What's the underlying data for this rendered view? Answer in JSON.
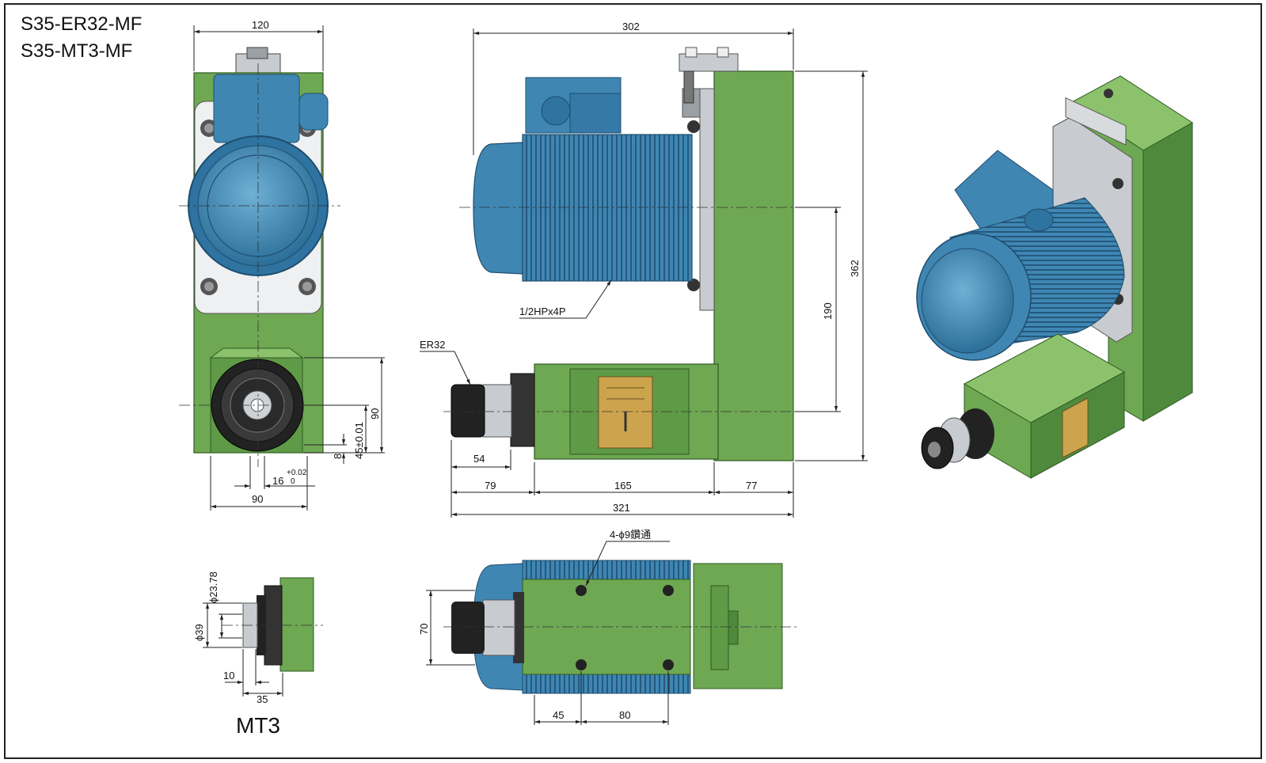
{
  "titles": [
    "S35-ER32-MF",
    "S35-MT3-MF"
  ],
  "colors": {
    "green": "#6fa852",
    "green_dark": "#4f8a3c",
    "green_light": "#8cc26c",
    "blue": "#3f86b3",
    "blue_dark": "#25597d",
    "blue_light": "#6fb0d6",
    "steel": "#c8ccd0",
    "steel_dark": "#7d8287",
    "black": "#1e1e1e",
    "tan": "#cda44e"
  },
  "front_view": {
    "dims": {
      "top_width": "120",
      "bottom_width": "90",
      "height": "90",
      "center": "45±0.01",
      "offset": "8",
      "key": "16",
      "tol_plus": "+0.02",
      "tol_zero": "0"
    }
  },
  "side_view": {
    "dims": {
      "total_top": "302",
      "height": "362",
      "center_dist": "190",
      "collet_len": "54",
      "seg1": "79",
      "seg2": "165",
      "seg3": "77",
      "total_bottom": "321"
    },
    "labels": {
      "motor": "1/2HPx4P",
      "collet": "ER32"
    }
  },
  "mt3_view": {
    "dims": {
      "dia_small": "ϕ23.78",
      "dia_large": "ϕ39",
      "len_small": "10",
      "len_large": "35"
    },
    "label": "MT3"
  },
  "top_view": {
    "dims": {
      "width": "70",
      "hole_a": "45",
      "hole_b": "80"
    },
    "holes_label": "4-ϕ9鑽通"
  }
}
